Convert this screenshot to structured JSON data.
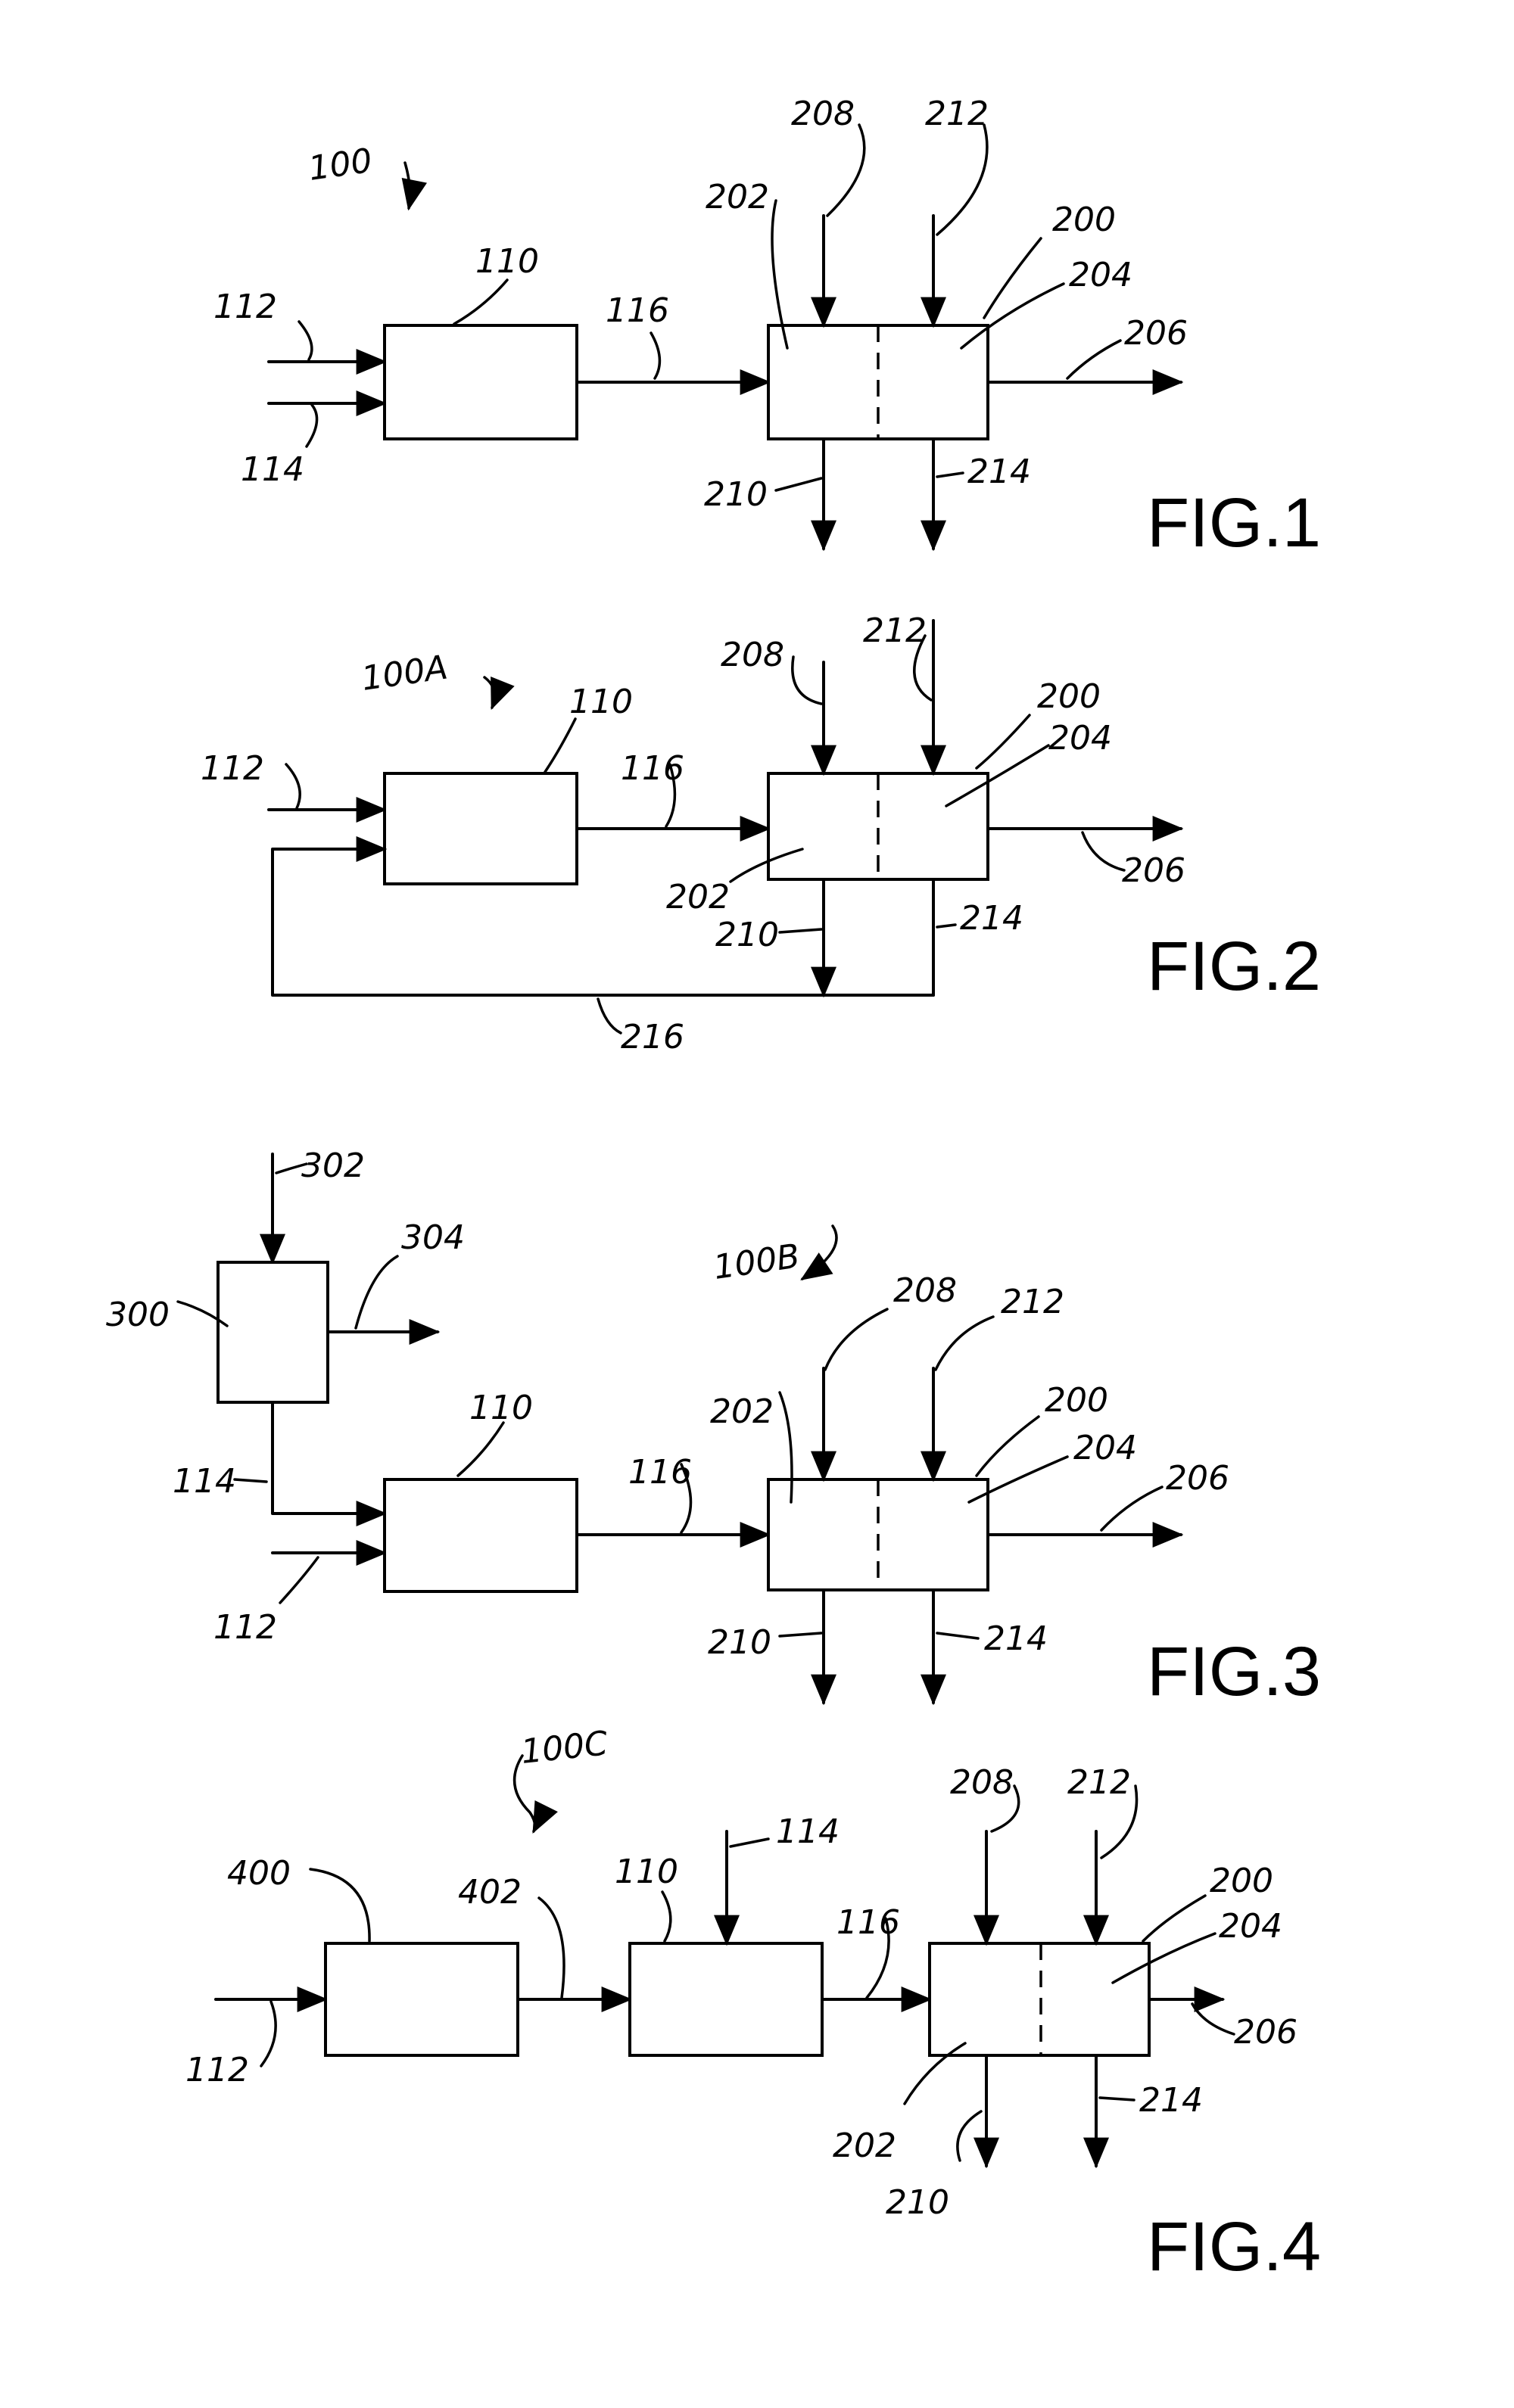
{
  "figures": [
    {
      "label": "FIG.1",
      "system_ref": "100",
      "refs": {
        "r112": "112",
        "r114": "114",
        "r110": "110",
        "r116": "116",
        "r202": "202",
        "r208": "208",
        "r212": "212",
        "r200": "200",
        "r204": "204",
        "r206": "206",
        "r210": "210",
        "r214": "214"
      }
    },
    {
      "label": "FIG.2",
      "system_ref": "100A",
      "refs": {
        "r112": "112",
        "r110": "110",
        "r116": "116",
        "r208": "208",
        "r212": "212",
        "r200": "200",
        "r204": "204",
        "r202": "202",
        "r206": "206",
        "r210": "210",
        "r214": "214",
        "r216": "216"
      }
    },
    {
      "label": "FIG.3",
      "system_ref": "100B",
      "refs": {
        "r302": "302",
        "r304": "304",
        "r300": "300",
        "r110": "110",
        "r116": "116",
        "r114": "114",
        "r112": "112",
        "r202": "202",
        "r208": "208",
        "r212": "212",
        "r200": "200",
        "r204": "204",
        "r206": "206",
        "r210": "210",
        "r214": "214"
      }
    },
    {
      "label": "FIG.4",
      "system_ref": "100C",
      "refs": {
        "r400": "400",
        "r402": "402",
        "r110": "110",
        "r114": "114",
        "r116": "116",
        "r208": "208",
        "r212": "212",
        "r200": "200",
        "r204": "204",
        "r206": "206",
        "r112": "112",
        "r202": "202",
        "r210": "210",
        "r214": "214"
      }
    }
  ]
}
